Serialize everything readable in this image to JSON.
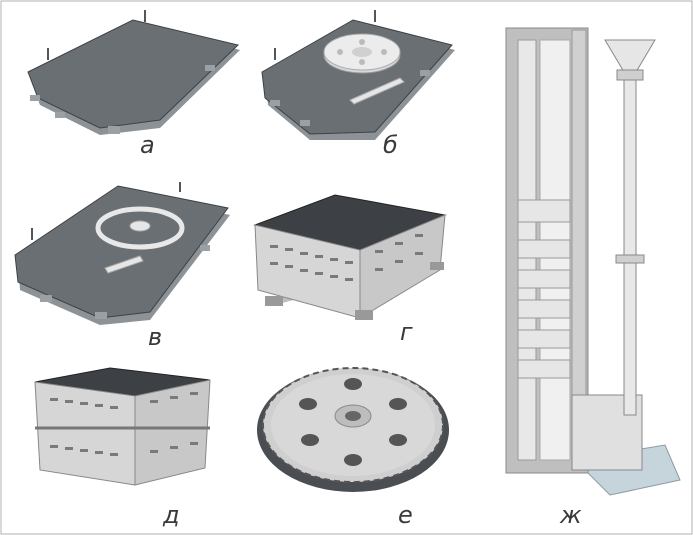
{
  "figure": {
    "labels": {
      "a": "а",
      "b": "б",
      "v": "в",
      "g": "г",
      "d": "д",
      "e": "е",
      "zh": "ж"
    },
    "colors": {
      "plate_top": "#666b70",
      "plate_edge": "#8d9296",
      "light_part": "#e6e6e6",
      "shadow": "#4a4e52",
      "background": "#ffffff",
      "line": "#3a3a3a"
    }
  }
}
